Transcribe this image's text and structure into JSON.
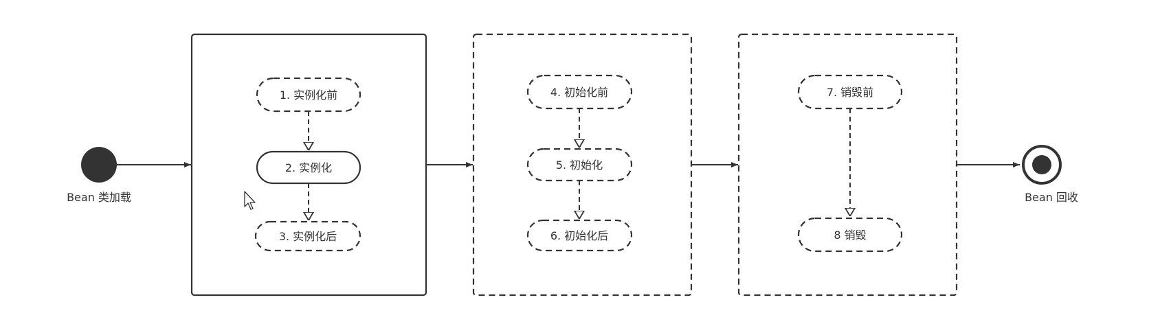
{
  "start": {
    "label": "Bean 类加载"
  },
  "end": {
    "label": "Bean 回收"
  },
  "groups": [
    {
      "style": "solid",
      "nodes": [
        {
          "label": "1. 实例化前",
          "style": "dashed"
        },
        {
          "label": "2. 实例化",
          "style": "solid"
        },
        {
          "label": "3. 实例化后",
          "style": "dashed"
        }
      ]
    },
    {
      "style": "dashed",
      "nodes": [
        {
          "label": "4. 初始化前",
          "style": "dashed"
        },
        {
          "label": "5. 初始化",
          "style": "dashed"
        },
        {
          "label": "6. 初始化后",
          "style": "dashed"
        }
      ]
    },
    {
      "style": "dashed",
      "nodes": [
        {
          "label": "7. 销毁前",
          "style": "dashed"
        },
        {
          "label": "8 销毁",
          "style": "dashed"
        }
      ]
    }
  ],
  "colors": {
    "stroke": "#333333",
    "fill_node": "#ffffff",
    "start_fill": "#333333"
  },
  "icons": {
    "start": "filled-circle-icon",
    "end": "bullseye-icon",
    "cursor": "mouse-pointer-icon"
  }
}
